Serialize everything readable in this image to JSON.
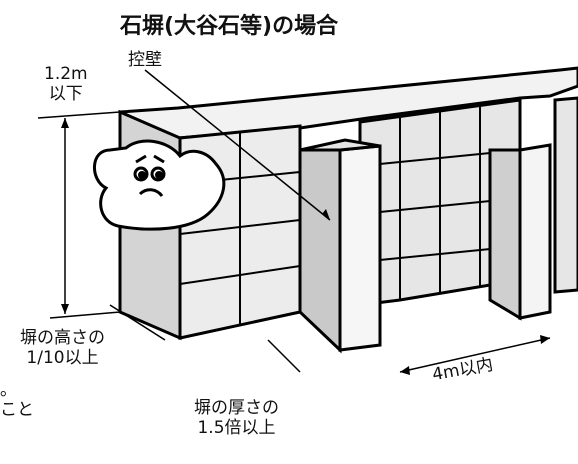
{
  "title": "石塀(大谷石等)の場合",
  "labels": {
    "height_limit": [
      "1.2m",
      "以下"
    ],
    "buttress": "控壁",
    "buttress_thickness": [
      "塀の高さの",
      "1/10以上"
    ],
    "wall_thickness": [
      "塀の厚さの",
      "1.5倍以上"
    ],
    "spacing": "4m以内",
    "cut_off": [
      "。",
      "こと"
    ]
  },
  "colors": {
    "outline": "#000000",
    "face_light": "#f2f2f2",
    "face_mid": "#d9d9d9",
    "face_dark": "#bdbdbd"
  }
}
